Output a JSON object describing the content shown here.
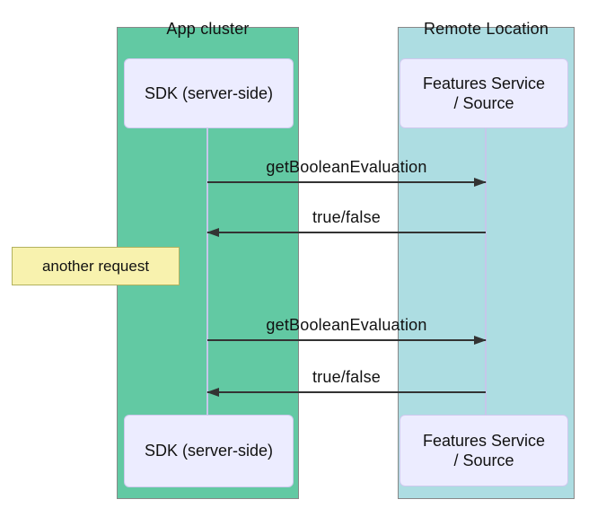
{
  "colors": {
    "app_cluster_bg": "#62c9a3",
    "remote_location_bg": "#addde2",
    "actor_bg": "#ececff",
    "actor_border": "#cfc9ee",
    "note_bg": "#f8f2ae",
    "note_border": "#b2b25e",
    "arrow": "#333333",
    "lifeline": "#c6c6ea",
    "group_border": "#888888"
  },
  "groups": {
    "left": {
      "label": "App cluster"
    },
    "right": {
      "label": "Remote Location"
    }
  },
  "actors": {
    "left_top": {
      "label": "SDK (server-side)"
    },
    "left_bottom": {
      "label": "SDK (server-side)"
    },
    "right_top": {
      "label": "Features Service\n/ Source"
    },
    "right_bottom": {
      "label": "Features Service\n/ Source"
    }
  },
  "messages": [
    {
      "label": "getBooleanEvaluation",
      "direction": "right"
    },
    {
      "label": "true/false",
      "direction": "left"
    },
    {
      "label": "getBooleanEvaluation",
      "direction": "right"
    },
    {
      "label": "true/false",
      "direction": "left"
    }
  ],
  "note": {
    "label": "another request"
  }
}
